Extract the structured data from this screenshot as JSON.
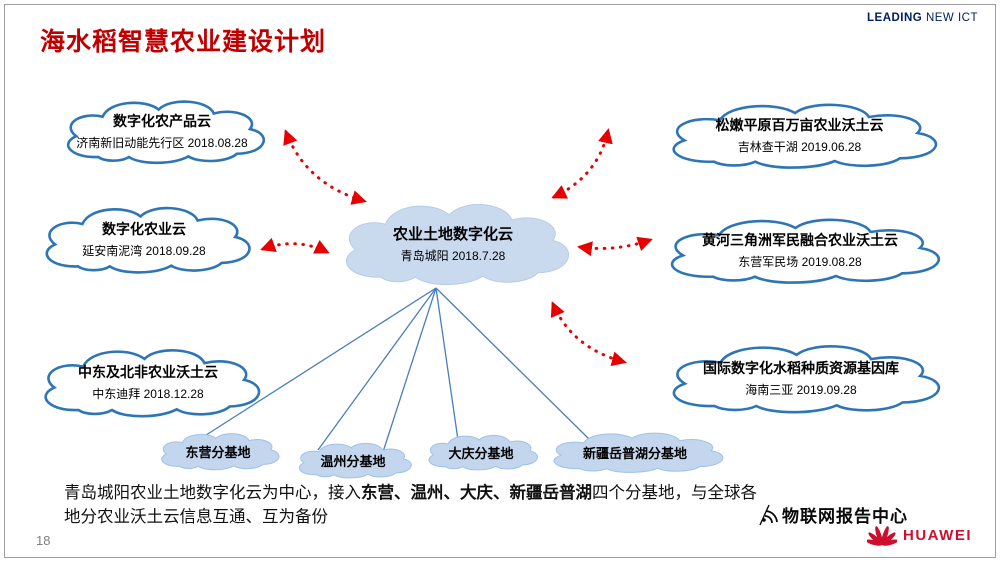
{
  "header": {
    "title": "海水稻智慧农业建设计划",
    "brand_bold": "LEADING",
    "brand_rest": " NEW ICT"
  },
  "center_cloud": {
    "title": "农业土地数字化云",
    "subtitle": "青岛城阳 2018.7.28"
  },
  "left_clouds": [
    {
      "title": "数字化农产品云",
      "subtitle": "济南新旧动能先行区 2018.08.28"
    },
    {
      "title": "数字化农业云",
      "subtitle": "延安南泥湾 2018.09.28"
    },
    {
      "title": "中东及北非农业沃土云",
      "subtitle": "中东迪拜 2018.12.28"
    }
  ],
  "right_clouds": [
    {
      "title": "松嫩平原百万亩农业沃土云",
      "subtitle": "吉林查干湖 2019.06.28"
    },
    {
      "title": "黄河三角洲军民融合农业沃土云",
      "subtitle": "东营军民场 2019.08.28"
    },
    {
      "title": "国际数字化水稻种质资源基因库",
      "subtitle": "海南三亚 2019.09.28"
    }
  ],
  "bases": [
    {
      "label": "东营分基地"
    },
    {
      "label": "温州分基地"
    },
    {
      "label": "大庆分基地"
    },
    {
      "label": "新疆岳普湖分基地"
    }
  ],
  "footer": {
    "desc_1": "青岛城阳农业土地数字化云为中心，接入",
    "desc_bold": "东营、温州、大庆、新疆岳普湖",
    "desc_2": "四个分基地，与全球各地分农业沃土云信息互通、互为备份",
    "page_number": "18",
    "watermark": "物联网报告中心",
    "logo_text": "HUAWEI"
  },
  "icons": {
    "watermark_icon": "broadcast-icon",
    "logo_icon": "huawei-flower-icon"
  },
  "colors": {
    "title_red": "#c00000",
    "arrow_red": "#e60000",
    "cloud_stroke_blue": "#2e75b6",
    "cloud_fill_blue": "#c9d9ee",
    "line_blue": "#4a7ebb",
    "brand_navy": "#002060",
    "huawei_red": "#ce0e2d"
  }
}
